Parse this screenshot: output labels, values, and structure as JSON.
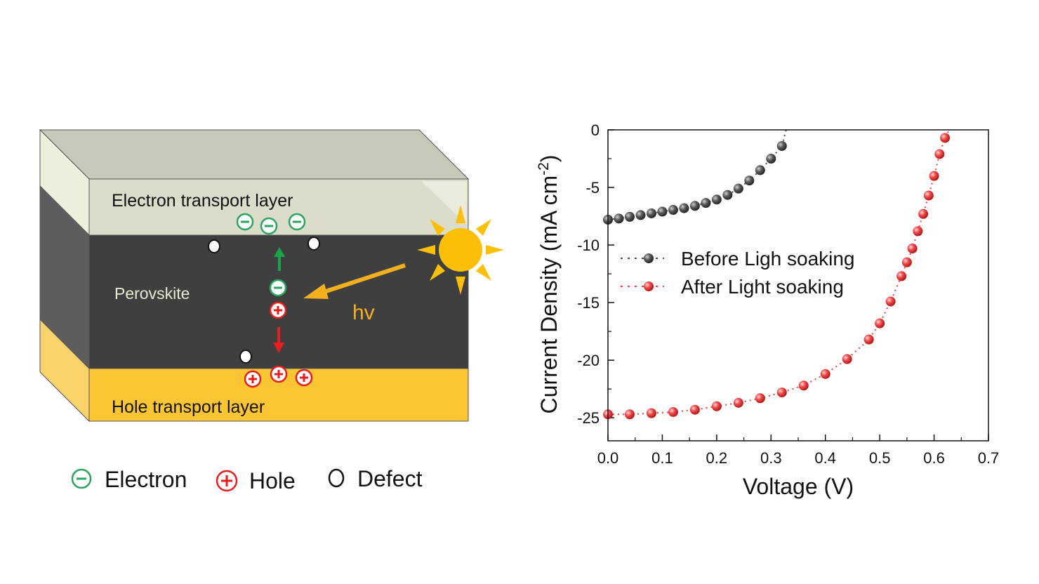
{
  "diagram": {
    "layers": {
      "etl_label": "Electron transport layer",
      "perovskite_label": "Perovskite",
      "htl_label": "Hole transport layer"
    },
    "light_label": "hv",
    "electron_symbol": "−",
    "hole_symbol": "+",
    "legend": {
      "electron_label": "Electron",
      "hole_label": "Hole",
      "defect_label": "Defect"
    },
    "colors": {
      "etl_front": "#dcdccb",
      "etl_top": "#c8c8b8",
      "perovskite": "#3f3f3f",
      "htl_front": "#fbc02d",
      "electron": "#2aa660",
      "hole": "#e81e1e",
      "sun": "#fbbf08",
      "arrow": "#f2b01e"
    }
  },
  "chart_data": {
    "type": "scatter",
    "title": "",
    "xlabel": "Voltage (V)",
    "ylabel": "Current Density (mA cm",
    "ylabel_sup": "-2",
    "ylabel_close": ")",
    "xlim": [
      0,
      0.7
    ],
    "ylim": [
      -27,
      0
    ],
    "xticks": [
      "0.0",
      "0.1",
      "0.2",
      "0.3",
      "0.4",
      "0.5",
      "0.6",
      "0.7"
    ],
    "yticks": [
      "0",
      "-5",
      "-10",
      "-15",
      "-20",
      "-25"
    ],
    "legend_position": "center",
    "series": [
      {
        "name": "Before Ligh soaking",
        "color": "#4a4a4a",
        "x": [
          0.0,
          0.02,
          0.04,
          0.06,
          0.08,
          0.1,
          0.12,
          0.14,
          0.16,
          0.18,
          0.2,
          0.22,
          0.24,
          0.26,
          0.28,
          0.3,
          0.32
        ],
        "y": [
          -7.8,
          -7.7,
          -7.55,
          -7.4,
          -7.25,
          -7.1,
          -6.95,
          -6.8,
          -6.6,
          -6.35,
          -6.05,
          -5.65,
          -5.1,
          -4.4,
          -3.5,
          -2.5,
          -1.4
        ]
      },
      {
        "name": "After Light soaking",
        "color": "#e8403f",
        "x": [
          0.0,
          0.04,
          0.08,
          0.12,
          0.16,
          0.2,
          0.24,
          0.28,
          0.32,
          0.36,
          0.4,
          0.44,
          0.48,
          0.5,
          0.52,
          0.54,
          0.55,
          0.56,
          0.57,
          0.58,
          0.59,
          0.6,
          0.61,
          0.62
        ],
        "y": [
          -24.7,
          -24.7,
          -24.6,
          -24.5,
          -24.3,
          -24.0,
          -23.7,
          -23.3,
          -22.8,
          -22.2,
          -21.2,
          -19.9,
          -18.2,
          -16.8,
          -14.9,
          -12.7,
          -11.5,
          -10.3,
          -8.8,
          -7.3,
          -5.7,
          -4.0,
          -2.1,
          -0.7
        ]
      }
    ]
  }
}
